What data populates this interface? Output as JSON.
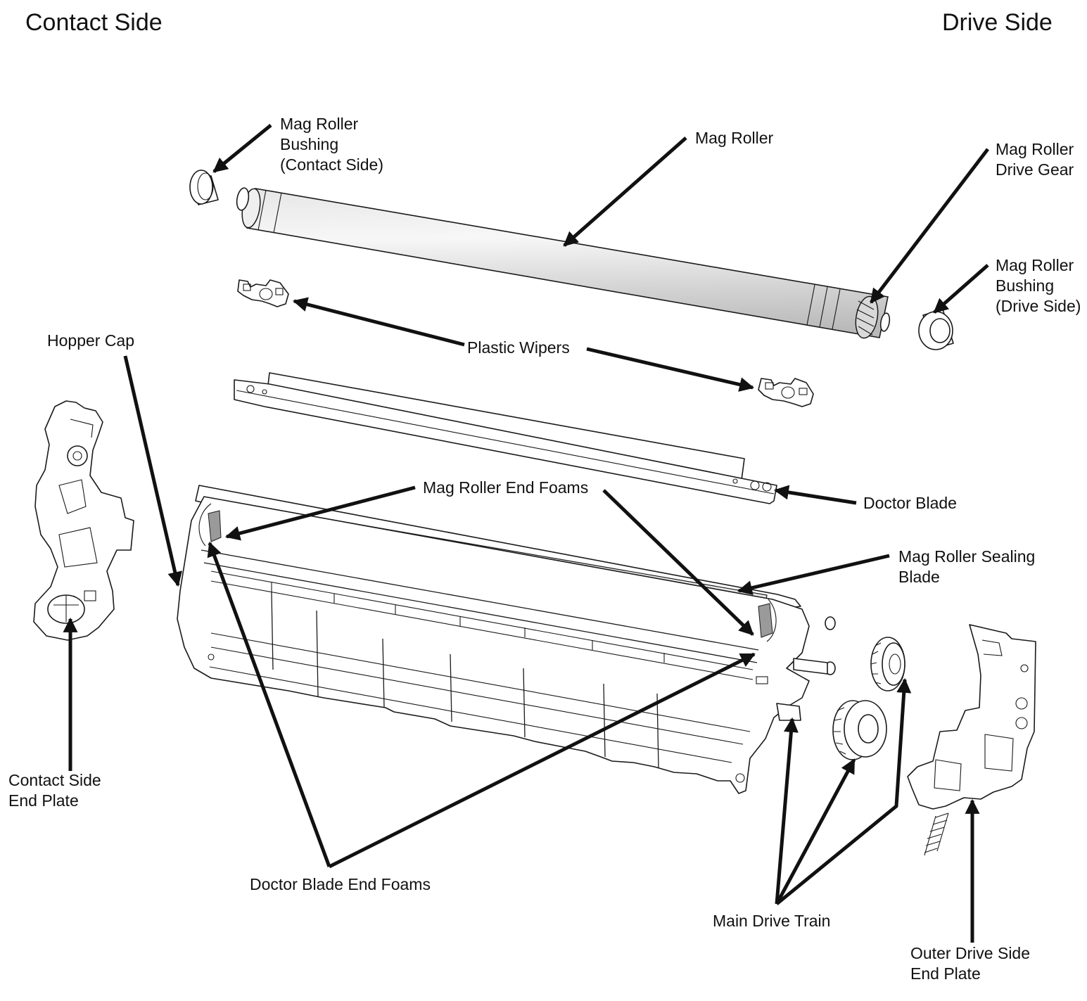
{
  "headings": {
    "left": "Contact Side",
    "right": "Drive Side"
  },
  "labels": {
    "mag_roller_bushing_contact": [
      "Mag Roller",
      "Bushing",
      "(Contact Side)"
    ],
    "mag_roller": "Mag Roller",
    "mag_roller_drive_gear": [
      "Mag Roller",
      "Drive Gear"
    ],
    "mag_roller_bushing_drive": [
      "Mag Roller",
      "Bushing",
      "(Drive Side)"
    ],
    "hopper_cap": "Hopper Cap",
    "plastic_wipers": "Plastic Wipers",
    "mag_roller_end_foams": "Mag Roller End Foams",
    "doctor_blade": "Doctor Blade",
    "mag_roller_sealing_blade": [
      "Mag Roller Sealing",
      "Blade"
    ],
    "contact_side_end_plate": [
      "Contact Side",
      "End Plate"
    ],
    "doctor_blade_end_foams": "Doctor Blade End Foams",
    "main_drive_train": "Main Drive Train",
    "outer_drive_side_end_plate": [
      "Outer Drive Side",
      "End Plate"
    ]
  },
  "colors": {
    "line": "#111111",
    "roller_shade": "#cfcfcf",
    "foam_shade": "#9a9a9a"
  }
}
